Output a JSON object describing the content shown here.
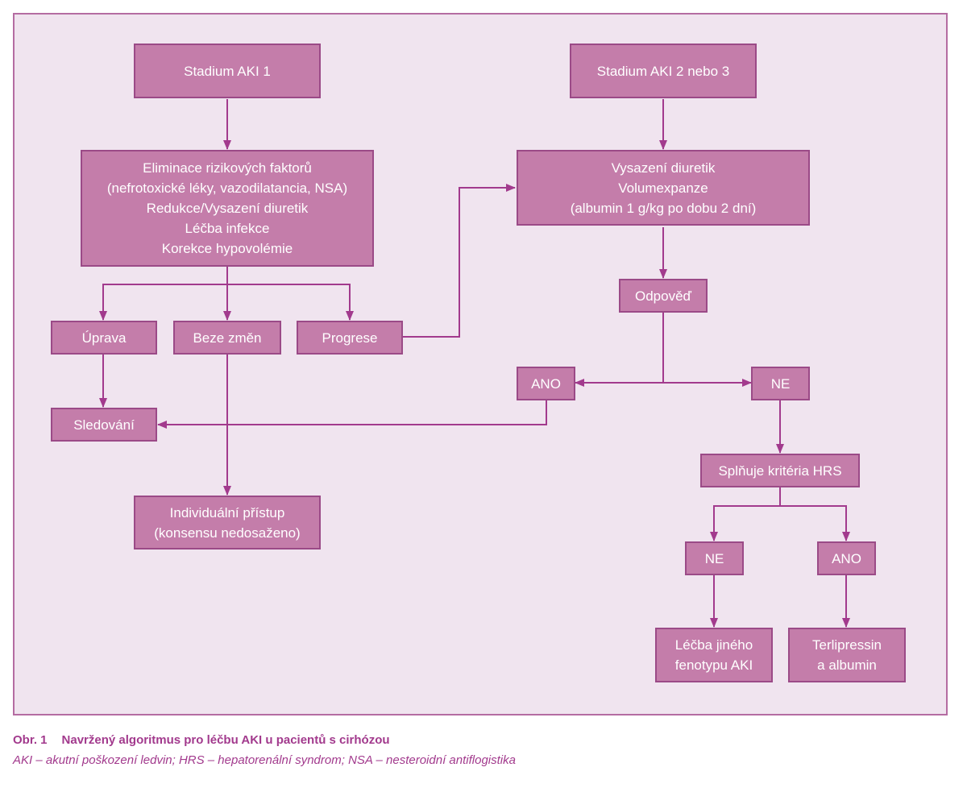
{
  "colors": {
    "frame_bg": "#f0e4ef",
    "frame_border": "#b56ca2",
    "box_fill": "#c47daa",
    "box_border": "#9b4a87",
    "box_text": "#ffffff",
    "arrow": "#a23a8d",
    "caption": "#a23a8d"
  },
  "nodes": {
    "stage1": {
      "lines": [
        "Stadium AKI 1"
      ]
    },
    "stage23": {
      "lines": [
        "Stadium AKI 2 nebo 3"
      ]
    },
    "elimination": {
      "lines": [
        "Eliminace rizikových faktorů",
        "(nefrotoxické léky, vazodilatancia, NSA)",
        "Redukce/Vysazení diuretik",
        "Léčba infekce",
        "Korekce hypovolémie"
      ]
    },
    "withdrawal": {
      "lines": [
        "Vysazení diuretik",
        "Volumexpanze",
        "(albumin 1 g/kg po dobu 2 dní)"
      ]
    },
    "uprava": {
      "lines": [
        "Úprava"
      ]
    },
    "beze_zmen": {
      "lines": [
        "Beze změn"
      ]
    },
    "progrese": {
      "lines": [
        "Progrese"
      ]
    },
    "odpoved": {
      "lines": [
        "Odpověď"
      ]
    },
    "ano1": {
      "lines": [
        "ANO"
      ]
    },
    "ne1": {
      "lines": [
        "NE"
      ]
    },
    "sledovani": {
      "lines": [
        "Sledování"
      ]
    },
    "individual": {
      "lines": [
        "Individuální přístup",
        "(konsensu nedosaženo)"
      ]
    },
    "hrs": {
      "lines": [
        "Splňuje kritéria HRS"
      ]
    },
    "ne2": {
      "lines": [
        "NE"
      ]
    },
    "ano2": {
      "lines": [
        "ANO"
      ]
    },
    "other": {
      "lines": [
        "Léčba jiného",
        "fenotypu AKI"
      ]
    },
    "terli": {
      "lines": [
        "Terlipressin",
        "a albumin"
      ]
    }
  },
  "edges": [
    [
      "stage1",
      "elimination"
    ],
    [
      "stage23",
      "withdrawal"
    ],
    [
      "elimination",
      "uprava"
    ],
    [
      "elimination",
      "beze_zmen"
    ],
    [
      "elimination",
      "progrese"
    ],
    [
      "progrese",
      "withdrawal"
    ],
    [
      "withdrawal",
      "odpoved"
    ],
    [
      "odpoved",
      "ano1"
    ],
    [
      "odpoved",
      "ne1"
    ],
    [
      "uprava",
      "sledovani"
    ],
    [
      "ano1",
      "sledovani"
    ],
    [
      "beze_zmen",
      "individual"
    ],
    [
      "ne1",
      "hrs"
    ],
    [
      "hrs",
      "ne2"
    ],
    [
      "hrs",
      "ano2"
    ],
    [
      "ne2",
      "other"
    ],
    [
      "ano2",
      "terli"
    ]
  ],
  "caption": {
    "number": "Obr. 1",
    "title": "Navržený algoritmus pro léčbu AKI u pacientů s cirhózou",
    "legend": "AKI – akutní poškození ledvin; HRS – hepatorenální syndrom; NSA – nesteroidní antiflogistika"
  }
}
